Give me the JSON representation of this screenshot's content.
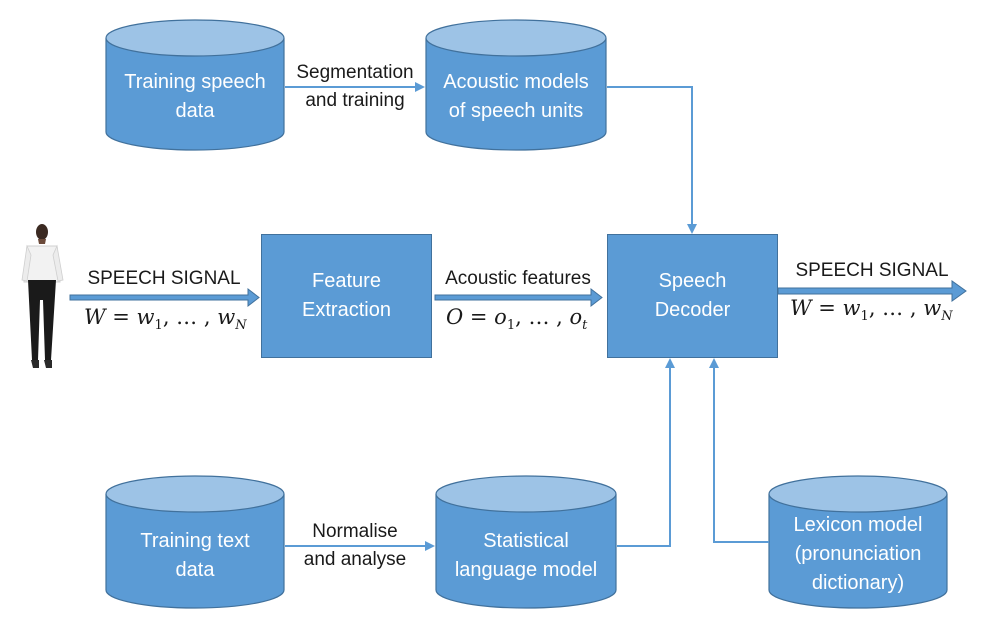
{
  "nodes": {
    "training_speech": {
      "line1": "Training speech",
      "line2": "data"
    },
    "acoustic_models": {
      "line1": "Acoustic models",
      "line2": "of speech units"
    },
    "feature_extraction": {
      "line1": "Feature",
      "line2": "Extraction"
    },
    "speech_decoder": {
      "line1": "Speech",
      "line2": "Decoder"
    },
    "training_text": {
      "line1": "Training text",
      "line2": "data"
    },
    "language_model": {
      "line1": "Statistical",
      "line2": "language model"
    },
    "lexicon_model": {
      "line1": "Lexicon model",
      "line2": "(pronunciation",
      "line3": "dictionary)"
    }
  },
  "edges": {
    "segmentation": {
      "line1": "Segmentation",
      "line2": "and training"
    },
    "normalise": {
      "line1": "Normalise",
      "line2": "and analyse"
    },
    "input_signal": {
      "label": "SPEECH SIGNAL",
      "formula_lhs": "W",
      "formula_eq": " = ",
      "formula_w": "w",
      "sub1": "1",
      "formula_mid": ", … , ",
      "formula_w2": "w",
      "subN": "N"
    },
    "acoustic_features": {
      "label": "Acoustic features",
      "formula_lhs": "O",
      "formula_eq": " = ",
      "formula_o": "o",
      "sub1": "1",
      "formula_mid": ", … , ",
      "formula_o2": "o",
      "subt": "t"
    },
    "output_signal": {
      "label": "SPEECH SIGNAL",
      "formula_lhs": "W",
      "formula_eq": " = ",
      "formula_w": "w",
      "sub1": "1",
      "formula_mid": ", … , ",
      "formula_w2": "w",
      "subN": "N"
    }
  },
  "colors": {
    "fill": "#5b9bd5",
    "stroke": "#41719c",
    "arrow": "#5b9bd5",
    "text_on_fill": "#ffffff"
  },
  "icons": {
    "speaker": "person-standing-icon"
  }
}
